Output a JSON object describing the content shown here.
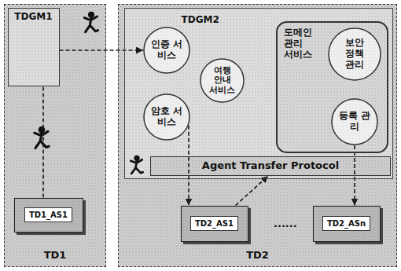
{
  "diagram": {
    "nodes": [
      {
        "text": [
          "TD1"
        ]
      },
      {
        "text": [
          "TDGM1"
        ],
        "in": 0
      },
      {
        "text": [
          "TD1_AS1"
        ],
        "in": 0
      },
      {
        "text": [
          "TD2"
        ]
      },
      {
        "text": [
          "TDGM2"
        ],
        "in": 3
      },
      {
        "text": [
          "인증 서비스"
        ],
        "in": 4
      },
      {
        "text": [
          "여행 안내 서비스"
        ],
        "in": 4
      },
      {
        "text": [
          "암호 서비스"
        ],
        "in": 4
      },
      {
        "text": [
          "도메인 관리 서비스"
        ],
        "in": 4
      },
      {
        "text": [
          "보안 정책 관리"
        ],
        "in": 8
      },
      {
        "text": [
          "등록 관리"
        ],
        "in": 8
      },
      {
        "text": [
          "Agent Transfer Protocol"
        ],
        "in": 4
      },
      {
        "text": [
          "TD2_AS1"
        ],
        "in": 3
      },
      {
        "text": [
          "TD2_ASn"
        ],
        "in": 3
      }
    ],
    "edges": [
      {
        "from": 1,
        "to": 5,
        "arrow": "to"
      },
      {
        "from": 2,
        "to": 1,
        "arrow": "none"
      },
      {
        "from": 7,
        "to": 12,
        "arrow": "to"
      },
      {
        "from": 10,
        "to": 13,
        "arrow": "to"
      },
      {
        "from": 12,
        "to": 11,
        "arrow": "to"
      }
    ],
    "labels": [
      "......"
    ]
  }
}
